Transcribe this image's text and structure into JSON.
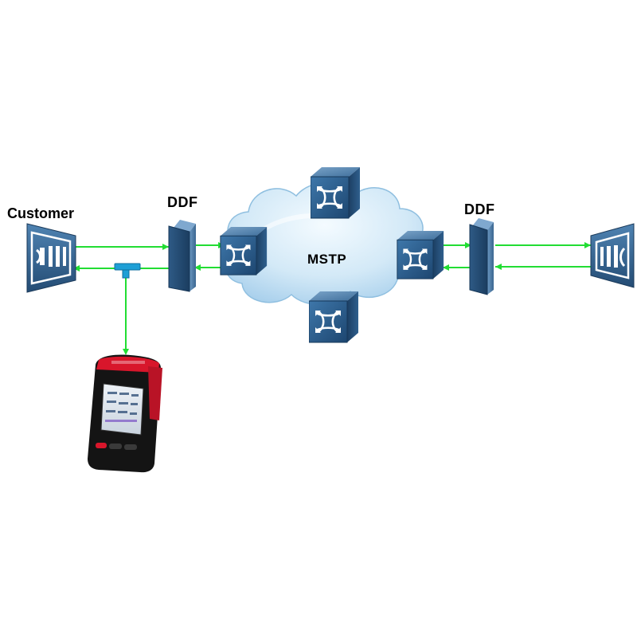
{
  "labels": {
    "customer": "Customer",
    "ddf_left": "DDF",
    "ddf_right": "DDF",
    "cloud": "MSTP"
  },
  "colors": {
    "link": "#22dd33",
    "tap": "#1e9fd6",
    "switch_face": "#2b5d8c",
    "cloud": "#cfe6f5",
    "ddf": "#274f78",
    "tester_body": "#141414",
    "tester_accent": "#d8162b"
  },
  "icons": {
    "customer_equipment": "customer-terminal-icon",
    "remote_equipment": "remote-terminal-icon",
    "switch": "network-switch-icon",
    "cloud": "cloud-icon",
    "ddf": "distribution-frame-icon",
    "tester": "handheld-tester-icon",
    "tap": "t-coupler-icon"
  }
}
